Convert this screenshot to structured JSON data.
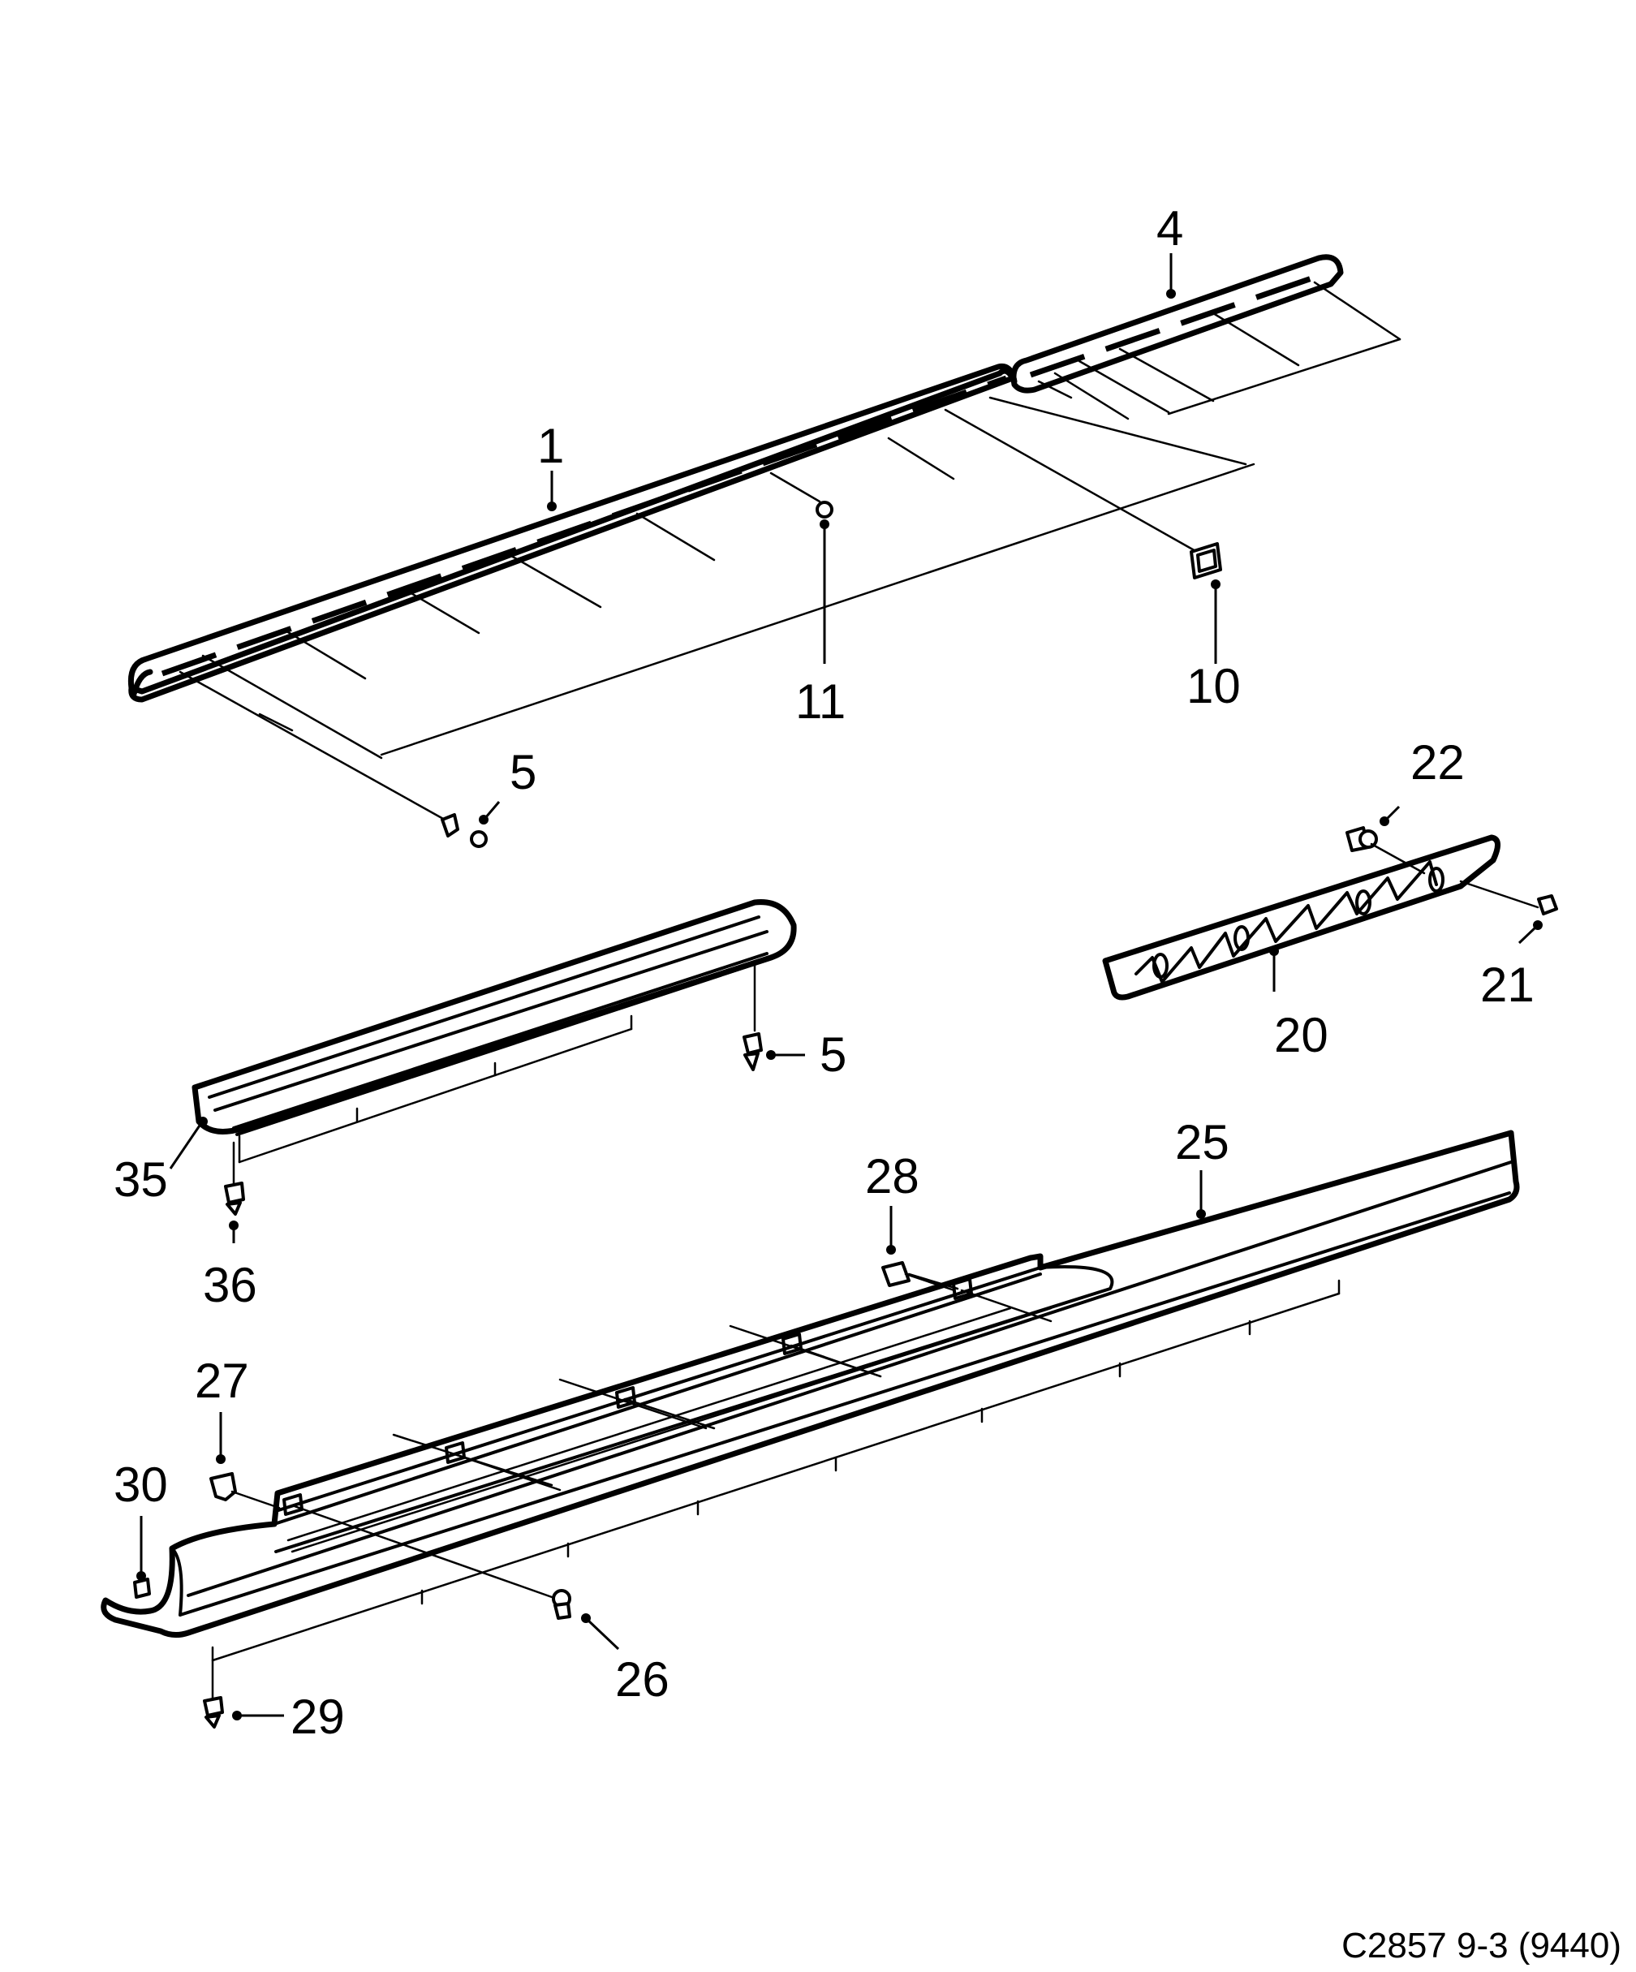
{
  "callouts": {
    "c1": "1",
    "c4": "4",
    "c5a": "5",
    "c5b": "5",
    "c10": "10",
    "c11": "11",
    "c20": "20",
    "c21": "21",
    "c22": "22",
    "c25": "25",
    "c26": "26",
    "c27": "27",
    "c28": "28",
    "c29": "29",
    "c30": "30",
    "c35": "35",
    "c36": "36"
  },
  "caption": "C2857 9-3 (9440)"
}
